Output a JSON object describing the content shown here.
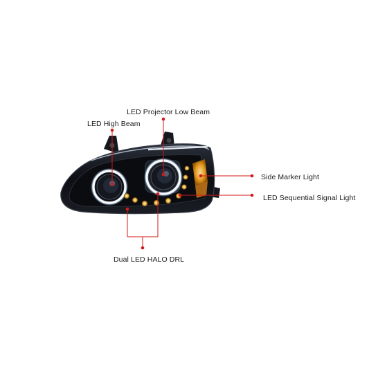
{
  "labels": {
    "low_beam": "LED Projector Low Beam",
    "high_beam": "LED High Beam",
    "side_marker": "Side Marker Light",
    "signal": "LED Sequential Signal Light",
    "halo": "Dual LED HALO DRL"
  },
  "colors": {
    "callout": "#d11a1a",
    "housing": "#0d0f14",
    "halo": "#eef6ff",
    "amber": "#f0a020"
  }
}
